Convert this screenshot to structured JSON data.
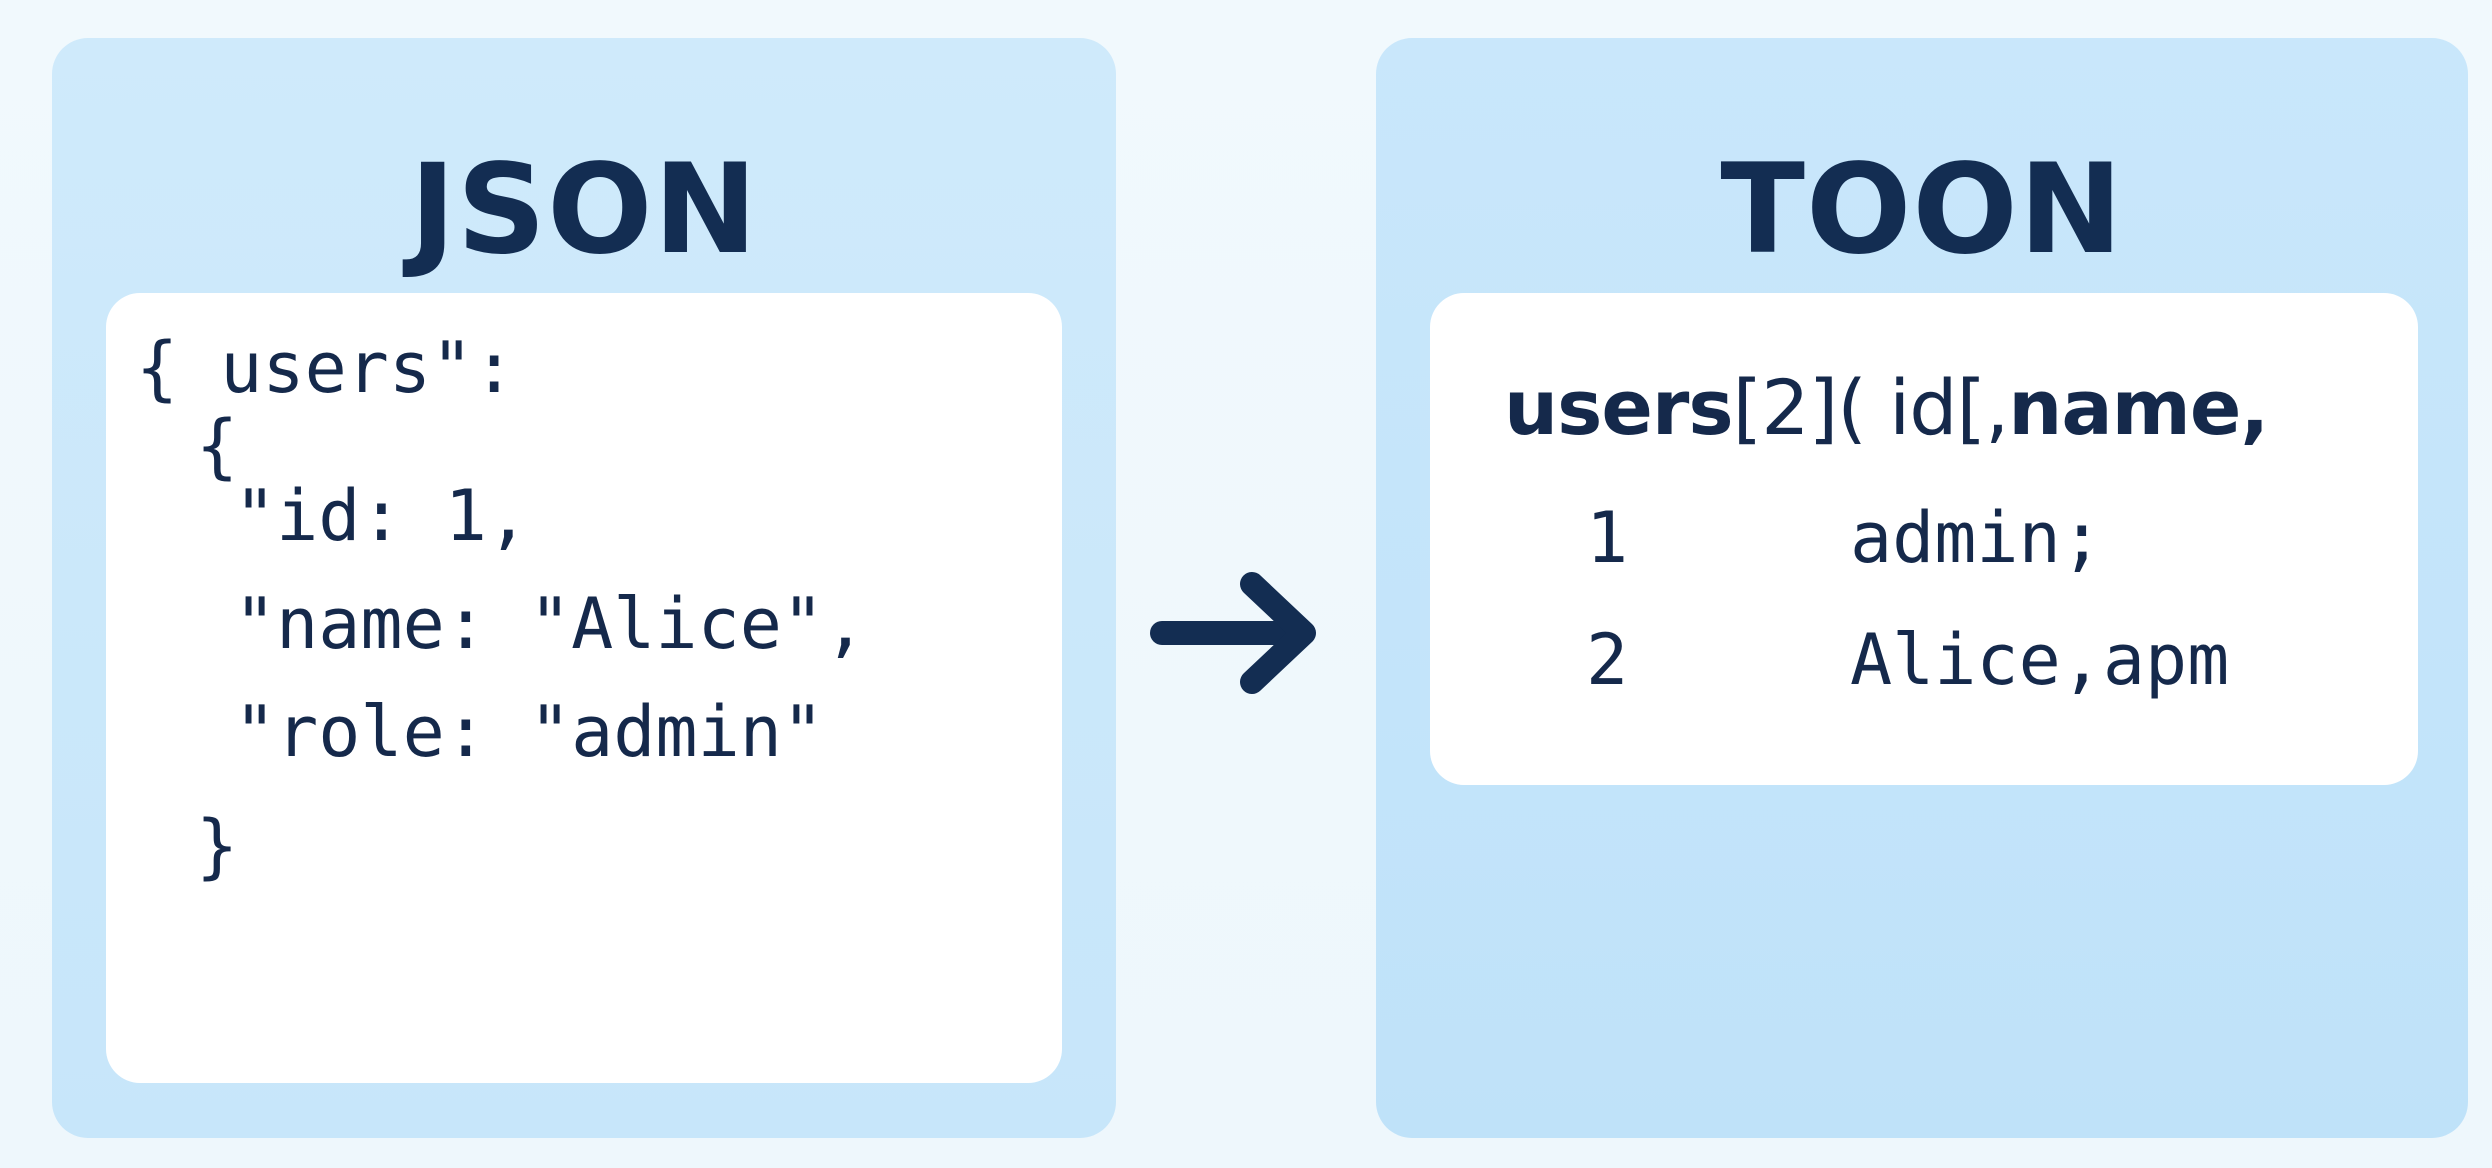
{
  "colors": {
    "background": "#eff8fd",
    "panel": "#c9e7fb",
    "card": "#ffffff",
    "text": "#132d52"
  },
  "json_panel": {
    "title": "JSON",
    "lines": [
      "{ users\":",
      "{",
      "\"id: 1,",
      "\"name: \"Alice\",",
      "\"role: \"admin\"",
      "}"
    ]
  },
  "arrow": {
    "icon": "arrow-right-icon"
  },
  "toon_panel": {
    "title": "TOON",
    "header_bold": "users",
    "header_rest_1": "[2]( ",
    "header_id": "id",
    "header_rest_2": "[,",
    "header_name": "name,",
    "rows": [
      {
        "id": "1",
        "value": "admin;"
      },
      {
        "id": "2",
        "value": "Alice,apm"
      }
    ]
  }
}
